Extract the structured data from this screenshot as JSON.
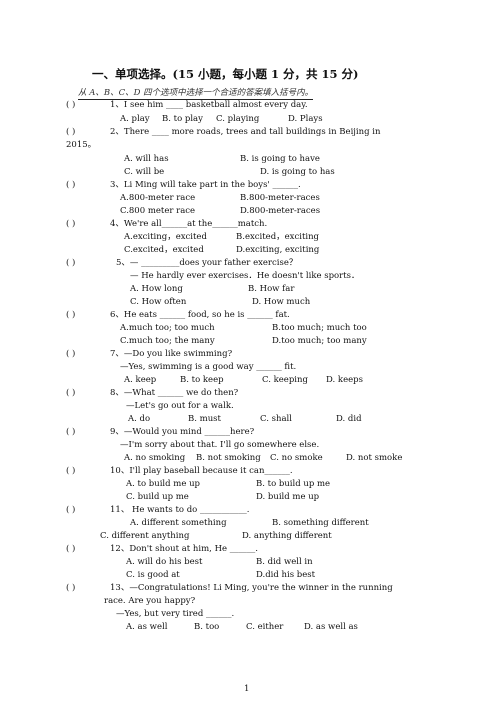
{
  "section_title": "一、单项选择。(15 小题，每小题 1 分，共 15 分)",
  "instruction": "从 A、B、C、D 四个选项中选择一个合适的答案填入括号内。",
  "paren": "(      )",
  "q1": {
    "stem": "1、I see him ____ basketball almost every day.",
    "a": "A. play",
    "b": "B. to play",
    "c": "C. playing",
    "d": "D. Plays"
  },
  "q2": {
    "stem": "2、There ____ more roads, trees and tall buildings in Beijing in",
    "stem2": "2015。",
    "a": "A. will has",
    "b": "B. is going to have",
    "c": "C. will be",
    "d": "D. is going to has"
  },
  "q3": {
    "stem": "3、Li Ming will take part in the boys' ______.",
    "a": "A.800-meter race",
    "b": "B.800-meter-races",
    "c": "C.800 meter race",
    "d": "D.800-meter-races"
  },
  "q4": {
    "stem": "4、We're all______at the______match.",
    "a": "A.exciting，excited",
    "b": "B.excited，exciting",
    "c": "C.excited，excited",
    "d": "D.exciting, exciting"
  },
  "q5": {
    "stem": "5、— _________does your father exercise？",
    "stem2": "— He hardly ever exercises．He doesn't like sports．",
    "a": "A. How long",
    "b": "B. How far",
    "c": "C. How often",
    "d": "D. How much"
  },
  "q6": {
    "stem": "6、He eats ______ food, so he is ______ fat.",
    "a": "A.much too; too much",
    "b": "B.too much; much too",
    "c": "C.much too; the many",
    "d": "D.too much; too many"
  },
  "q7": {
    "stem": "7、—Do you like swimming?",
    "stem2": "—Yes, swimming is a good way ______ fit.",
    "a": "A. keep",
    "b": "B. to keep",
    "c": "C. keeping",
    "d": "D. keeps"
  },
  "q8": {
    "stem": "8、—What ______ we do then?",
    "stem2": "—Let's go out for a walk.",
    "a": "A. do",
    "b": "B. must",
    "c": "C. shall",
    "d": "D. did"
  },
  "q9": {
    "stem": "9、—Would you mind ______here?",
    "stem2": "—I'm sorry about that. I'll go somewhere else.",
    "a": "A. no smoking",
    "b": "B. not smoking",
    "c": "C. no smoke",
    "d": "D. not smoke"
  },
  "q10": {
    "stem": "10、I'll play baseball because it can______.",
    "a": "A. to build me up",
    "b": "B. to build up me",
    "c": "C. build up me",
    "d": "D. build me up"
  },
  "q11": {
    "stem": "11、  He wants to do ___________.",
    "a": "A. different something",
    "b": "B. something different",
    "c": "C. different anything",
    "d": "D. anything different"
  },
  "q12": {
    "stem": "12、Don't shout at him, He ______.",
    "a": "A. will do his best",
    "b": "B. did well in",
    "c": "C. is good at",
    "d": "D.did his best"
  },
  "q13": {
    "stem": "13、—Congratulations! Li Ming, you're the winner in the running",
    "stem2": "race. Are you happy?",
    "stem3": "—Yes, but very tired ______.",
    "a": "A. as well",
    "b": "B. too",
    "c": "C. either",
    "d": "D. as well as"
  },
  "page_number": "1"
}
